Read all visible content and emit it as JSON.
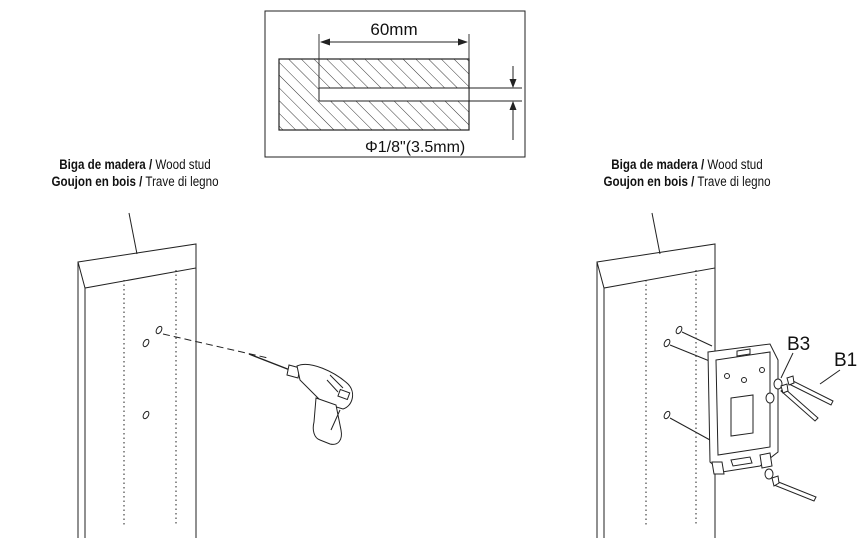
{
  "detail": {
    "dimension_label": "60mm",
    "diameter_label": "Φ1/8\"(3.5mm)"
  },
  "captions": {
    "left": {
      "line1_bold": "Biga de madera /",
      "line1_normal": " Wood stud",
      "line2_bold": "Goujon en bois /",
      "line2_normal": " Trave di legno"
    },
    "right": {
      "line1_bold": "Biga de madera /",
      "line1_normal": " Wood stud",
      "line2_bold": "Goujon en bois /",
      "line2_normal": " Trave di legno"
    }
  },
  "part_labels": {
    "washer": "B3",
    "screw": "B1"
  }
}
